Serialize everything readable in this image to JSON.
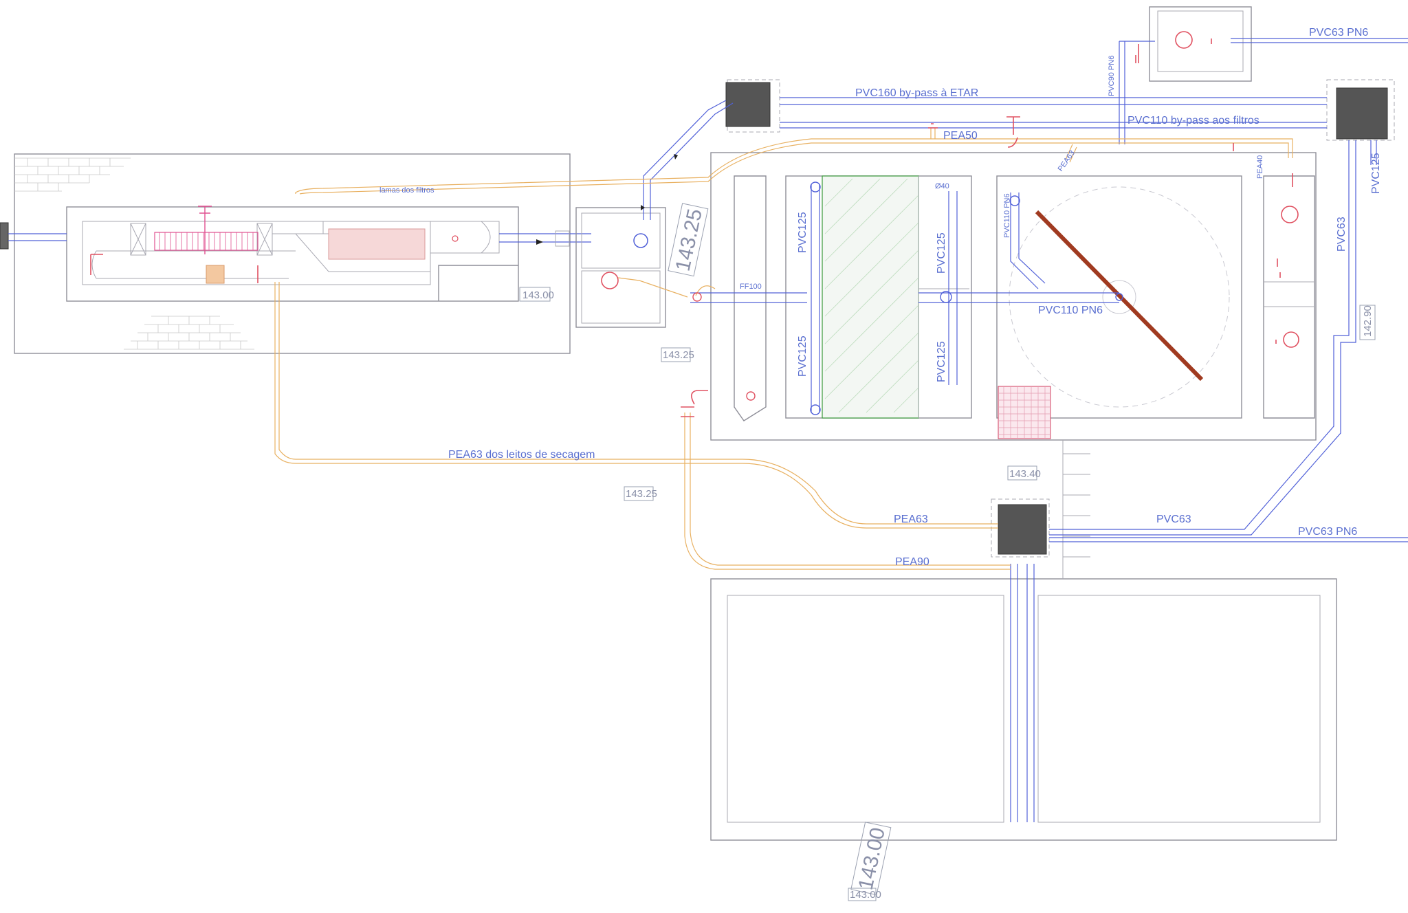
{
  "pipe_labels": {
    "pvc160_bypass": "PVC160   by-pass à ETAR",
    "pvc110_bypass": "PVC110  by-pass aos filtros",
    "pvc63_pn6_top": "PVC63 PN6",
    "pvc90_pn6": "PVC90 PN6",
    "pea50": "PEA50",
    "pea63_small": "PEA63",
    "pea40": "PEA40",
    "pvc125_right": "PVC125",
    "pvc63_right": "PVC63",
    "lamas_filtros": "lamas dos filtros",
    "ff100": "FF100",
    "pvc125_a": "PVC125",
    "pvc125_b": "PVC125",
    "pvc125_c": "PVC125",
    "pvc125_d": "PVC125",
    "pvc110_pn6_v": "PVC110 PN6",
    "pvc110_pn6_h": "PVC110 PN6",
    "pea63_leitos": "PEA63  dos  leitos  de  secagem",
    "pea63_bottom": "PEA63",
    "pea90": "PEA90",
    "pvc63_bottom": "PVC63",
    "pvc63_pn6_bottom": "PVC63 PN6",
    "valve_note": "Ø40"
  },
  "elevations": {
    "e143_00_left": "143.00",
    "e143_25_big": "143.25",
    "e143_25_mid": "143.25",
    "e143_25_low": "143.25",
    "e143_40": "143.40",
    "e142_90": "142.90",
    "e143_00_big": "143.00",
    "e143_00_small": "143.00"
  },
  "colors": {
    "structure": "#8e8e98",
    "pipe_blue": "#5060d8",
    "pipe_orange": "#e8b060",
    "fitting_red": "#e05060",
    "scraper_arm": "#a03a20",
    "hatch_green": "#3a9a3a",
    "hatch_red": "#d04060"
  },
  "icons": [
    "manhole-grate-icon",
    "valve-icon",
    "pipe-flange-icon",
    "flow-arrow-icon"
  ]
}
